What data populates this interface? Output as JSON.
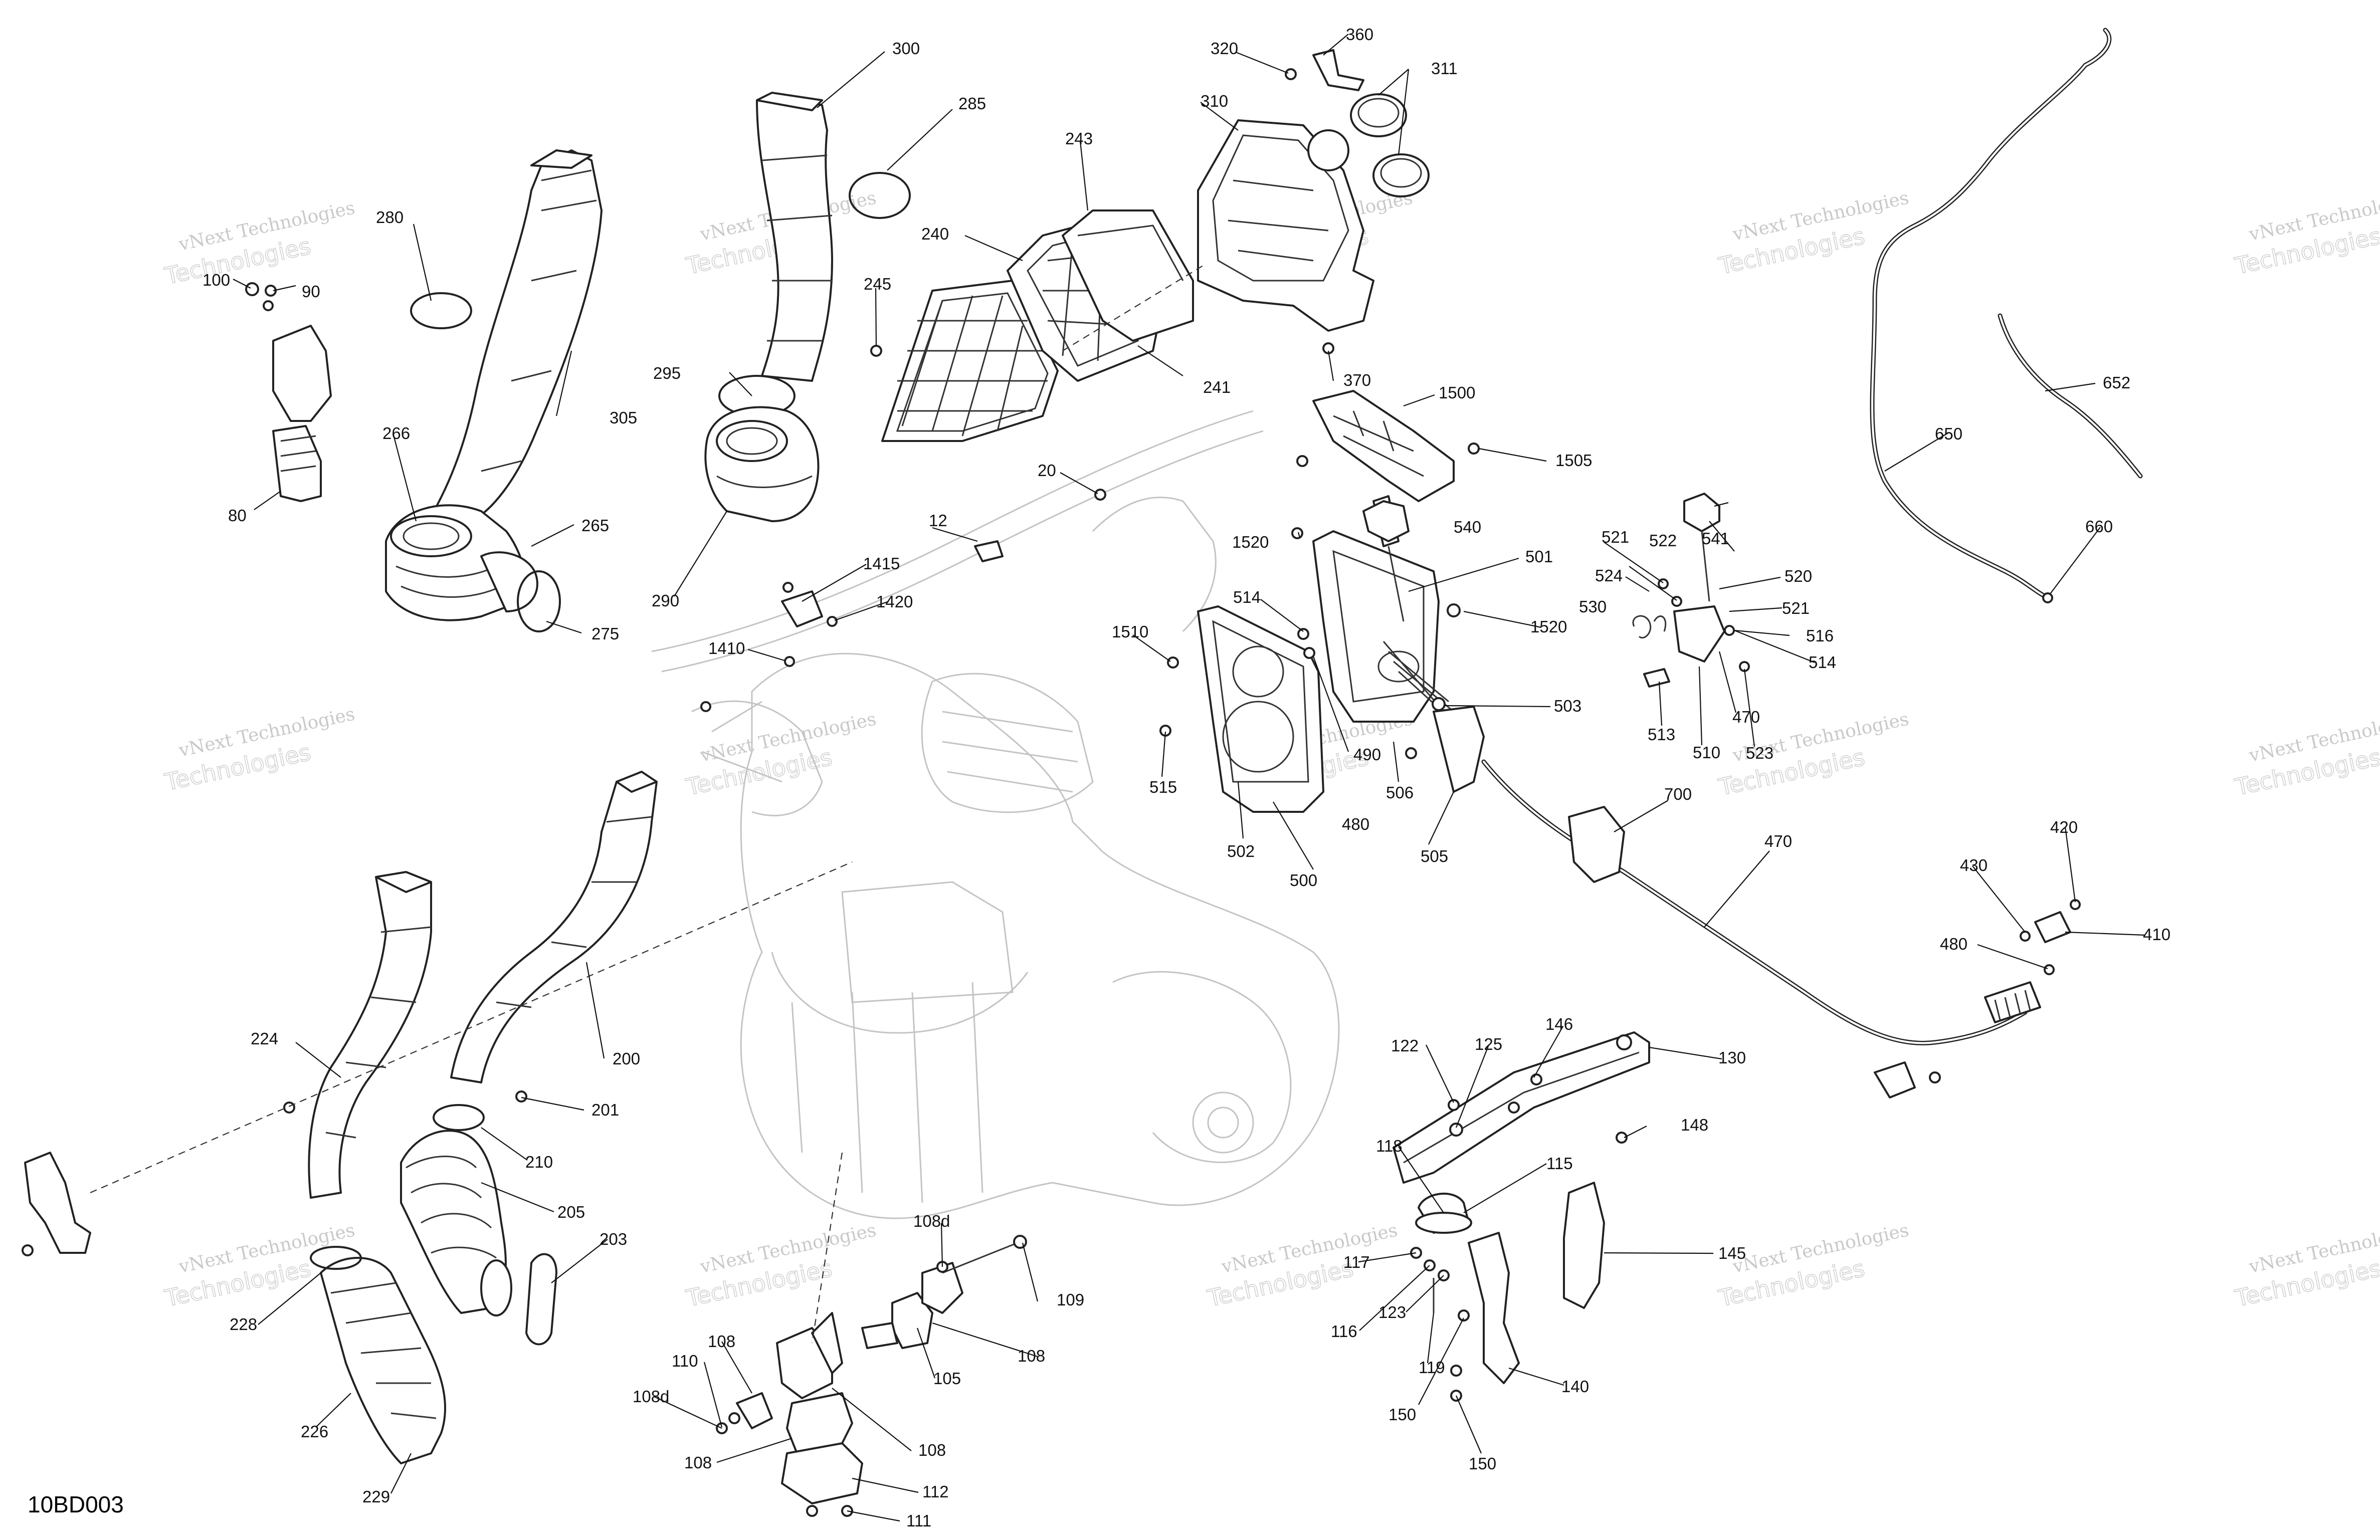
{
  "diagram": {
    "code": "10BD003",
    "watermark": {
      "line1": "vNext Technologies",
      "line2": "Technologies"
    },
    "callouts": [
      "300",
      "285",
      "320",
      "360",
      "311",
      "310",
      "280",
      "243",
      "240",
      "245",
      "241",
      "100",
      "90",
      "295",
      "305",
      "80",
      "266",
      "265",
      "275",
      "290",
      "1500",
      "20",
      "1505",
      "12",
      "1520",
      "540",
      "501",
      "1415",
      "1420",
      "1410",
      "514",
      "1510",
      "521",
      "522",
      "541",
      "524",
      "520",
      "530",
      "516",
      "1520",
      "503",
      "513",
      "510",
      "523",
      "515",
      "490",
      "506",
      "480",
      "502",
      "500",
      "505",
      "700",
      "470",
      "200",
      "224",
      "201",
      "210",
      "205",
      "203",
      "228",
      "226",
      "229",
      "650",
      "652",
      "660",
      "420",
      "430",
      "410",
      "480",
      "146",
      "122",
      "125",
      "130",
      "118",
      "115",
      "148",
      "117",
      "145",
      "116",
      "123",
      "119",
      "150",
      "140",
      "150",
      "108d",
      "109",
      "108",
      "105",
      "110",
      "108",
      "108d",
      "108",
      "112",
      "111",
      "370",
      "521",
      "514",
      "470"
    ]
  }
}
